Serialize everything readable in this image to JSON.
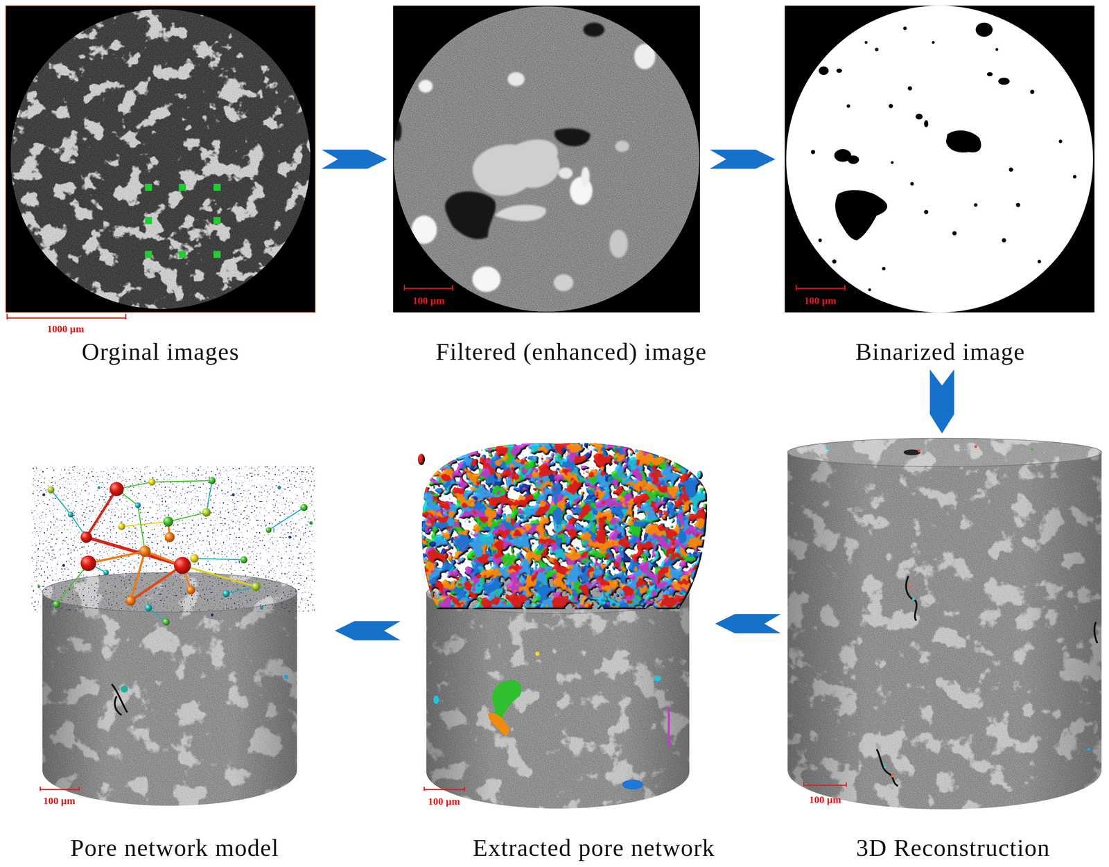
{
  "diagram": {
    "nodes": [
      {
        "text": [
          "Orginal images",
          "1000 µm"
        ]
      },
      {
        "text": [
          "Filtered (enhanced) image",
          "100 µm"
        ]
      },
      {
        "text": [
          "Binarized image",
          "100 µm"
        ]
      },
      {
        "text": [
          "Pore network model",
          "100 µm"
        ]
      },
      {
        "text": [
          "Extracted pore network",
          "100 µm"
        ]
      },
      {
        "text": [
          "3D Reconstruction",
          "100 µm"
        ]
      }
    ],
    "edges": [
      {
        "from": 0,
        "to": 1,
        "arrow": "to"
      },
      {
        "from": 1,
        "to": 2,
        "arrow": "to"
      },
      {
        "from": 2,
        "to": 5,
        "arrow": "to"
      },
      {
        "from": 5,
        "to": 4,
        "arrow": "to"
      },
      {
        "from": 4,
        "to": 3,
        "arrow": "to"
      }
    ]
  }
}
